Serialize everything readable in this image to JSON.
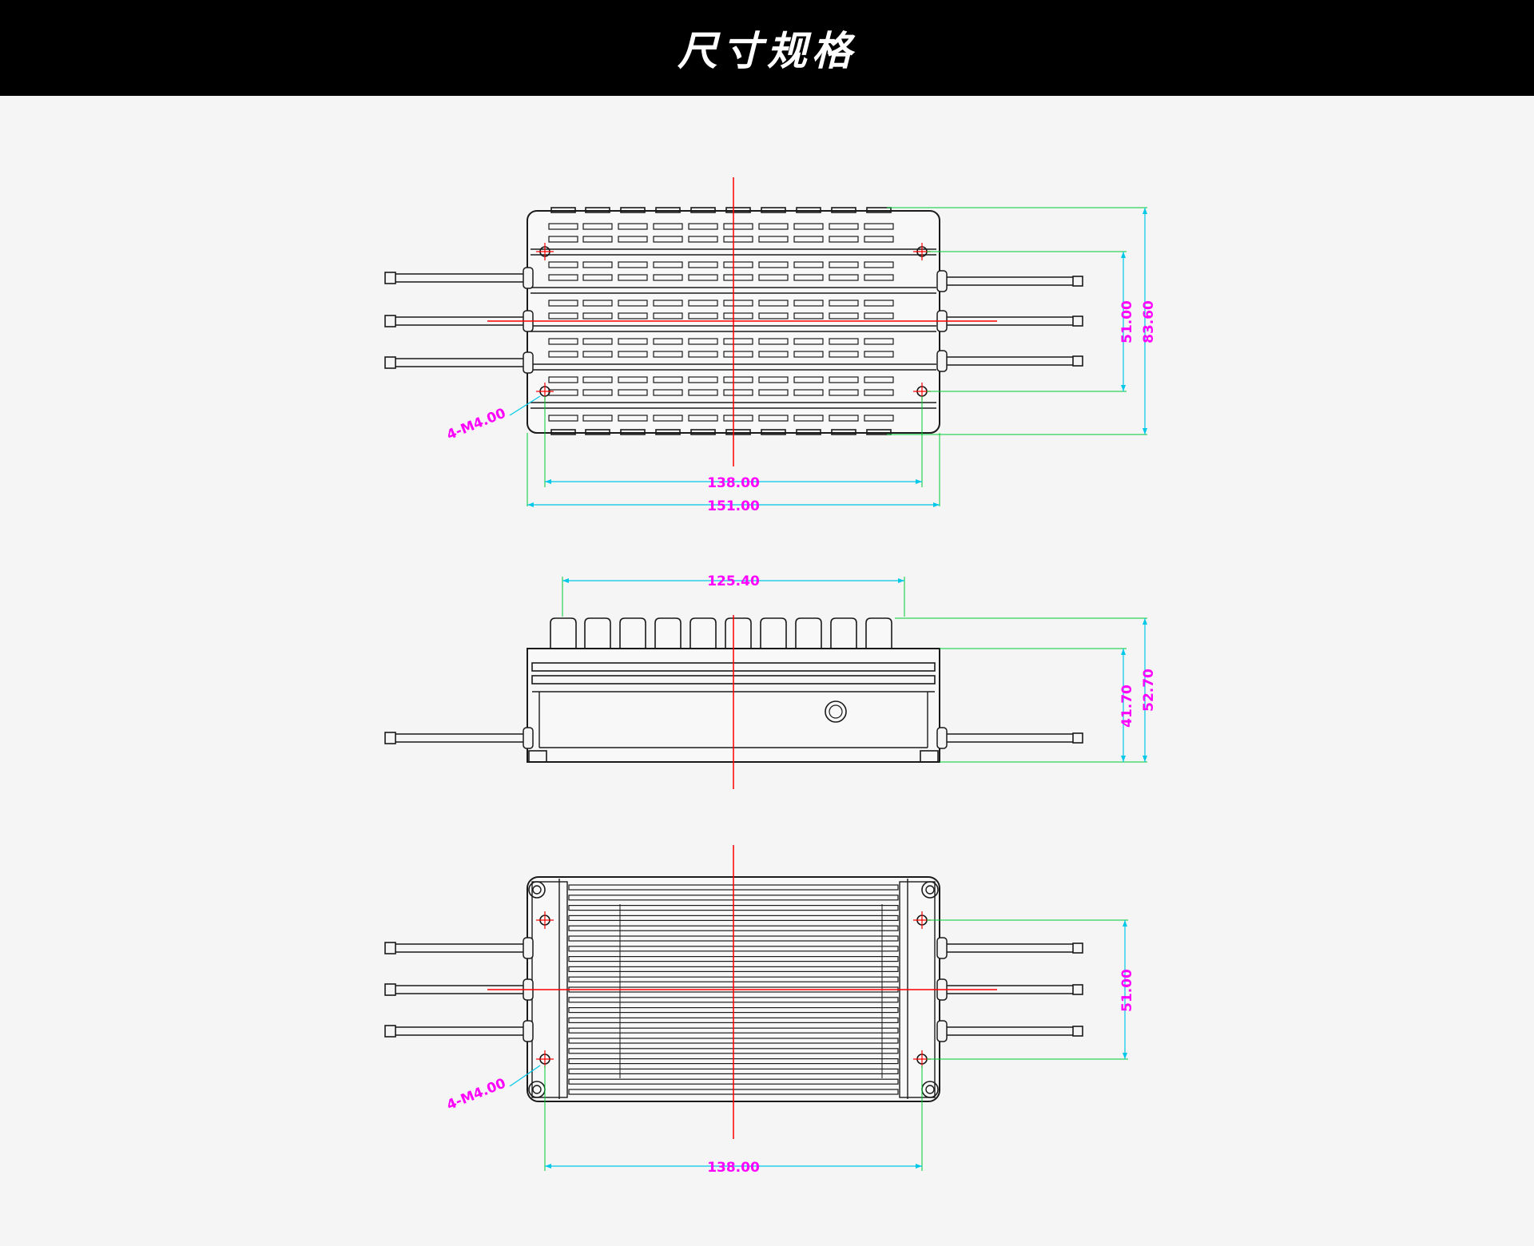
{
  "header": {
    "title": "尺寸规格"
  },
  "colors": {
    "background": "#f5f5f5",
    "header": "#000000",
    "outline": "#1a1a1a",
    "centerline": "#ff0000",
    "extension_line": "#00cc33",
    "dimension_line": "#00c8e8",
    "dimension_text": "#ff00ff"
  },
  "top_view": {
    "dim_width_holes": "138.00",
    "dim_width_total": "151.00",
    "dim_height_holes": "51.00",
    "dim_height_total": "83.60",
    "hole_callout": "4-M4.00"
  },
  "side_view": {
    "dim_fin_span": "125.40",
    "dim_body_height": "41.70",
    "dim_total_height": "52.70"
  },
  "bottom_view": {
    "dim_width_holes": "138.00",
    "dim_height_holes": "51.00",
    "hole_callout": "4-M4.00"
  }
}
